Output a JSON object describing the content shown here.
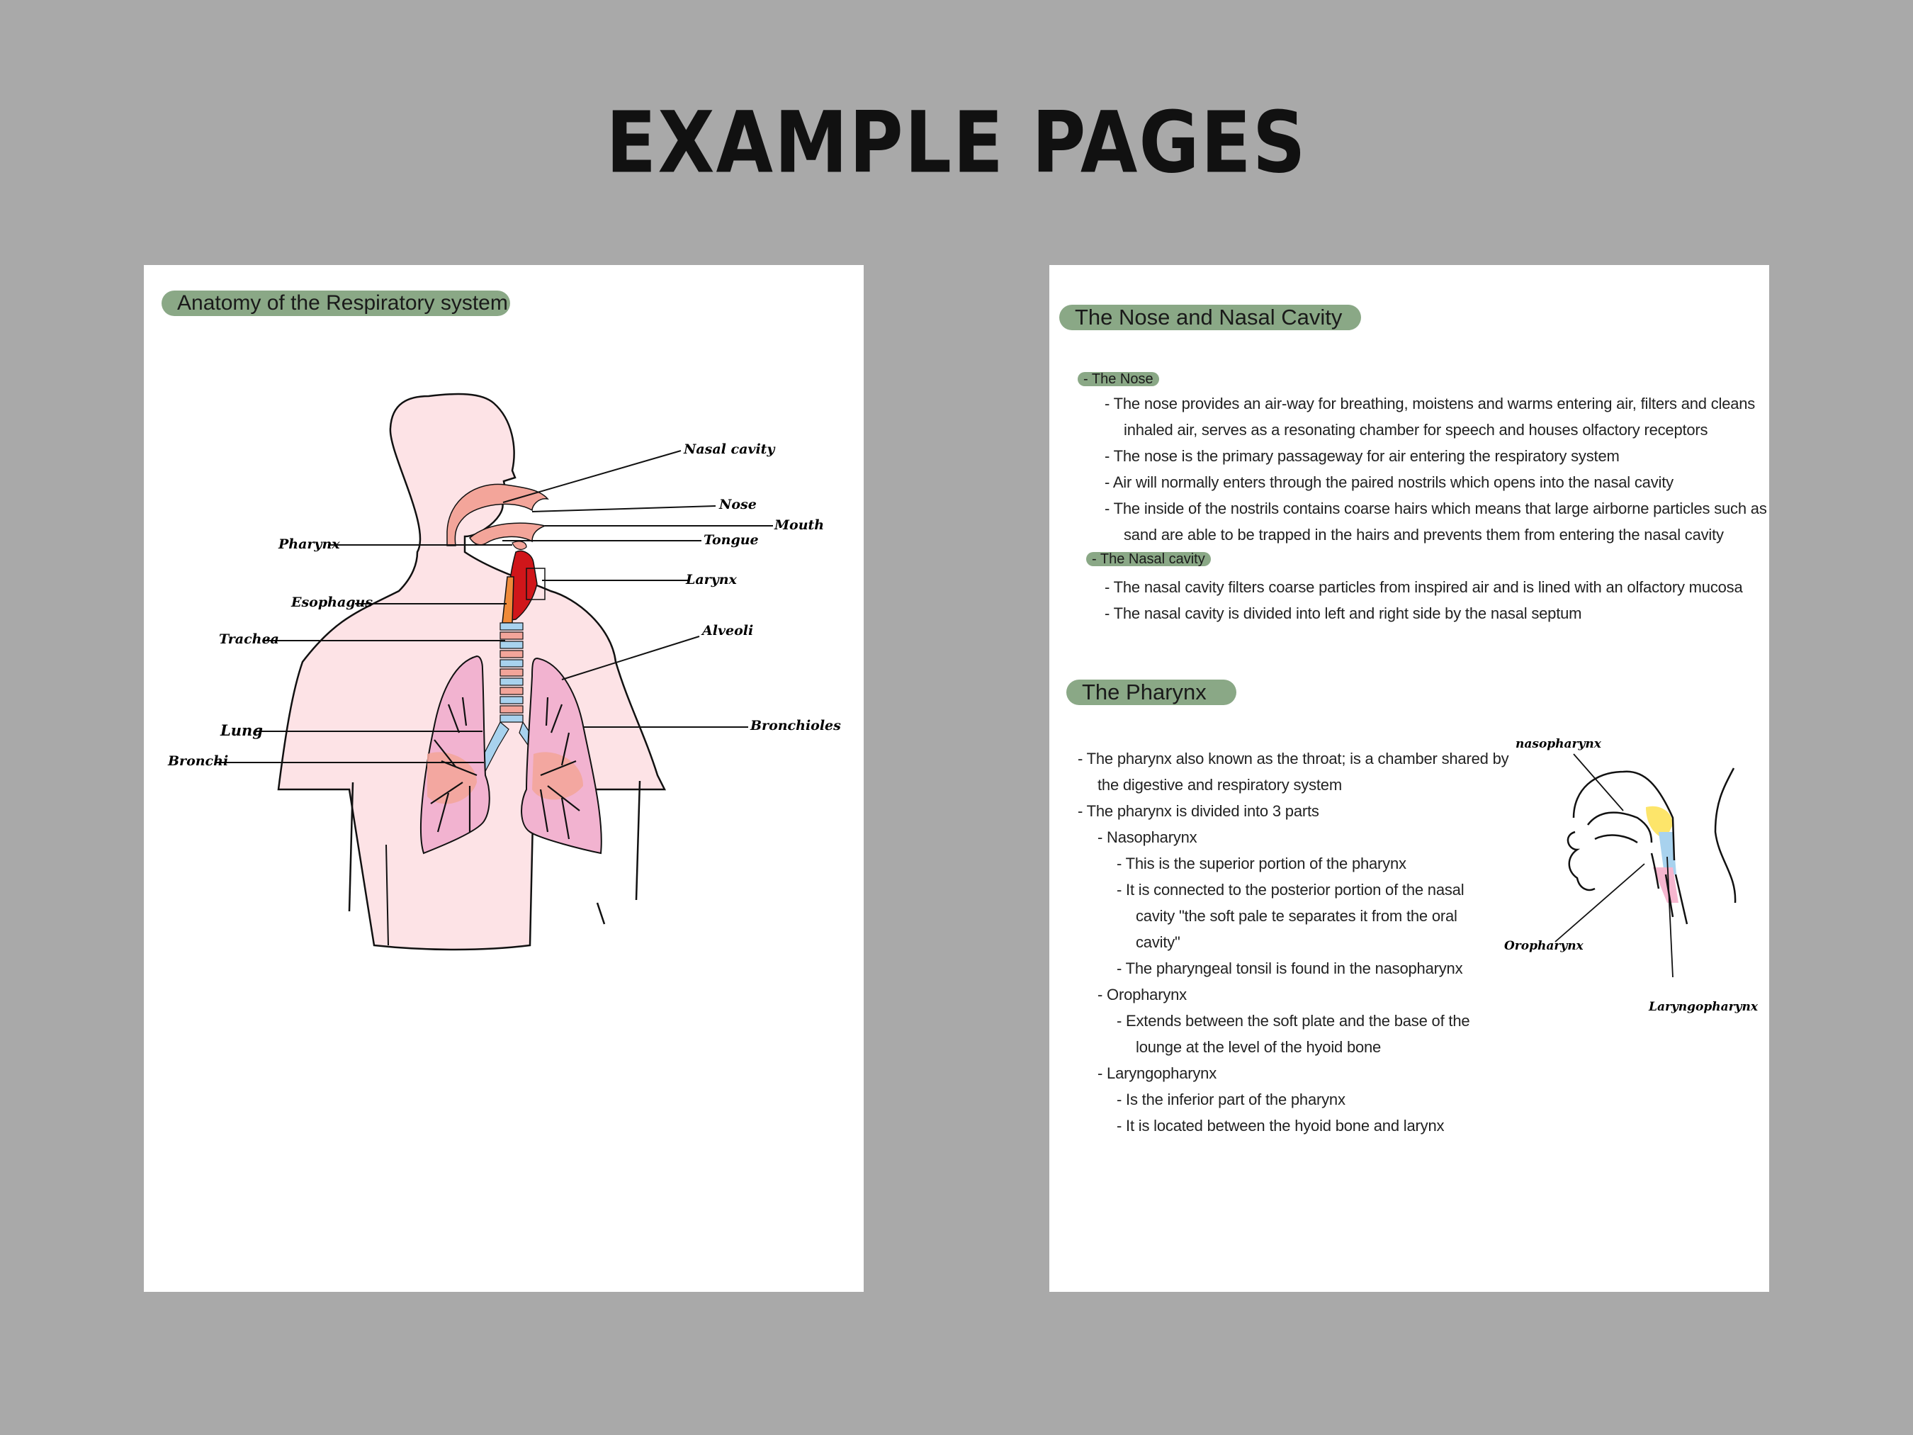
{
  "headline": "EXAMPLE PAGES",
  "left_page": {
    "title": "Anatomy of the Respiratory system",
    "diagram_labels": {
      "nasal_cavity": "Nasal cavity",
      "nose": "Nose",
      "mouth": "Mouth",
      "tongue": "Tongue",
      "pharynx": "Pharynx",
      "larynx": "Larynx",
      "esophagus": "Esophagus",
      "trachea": "Trachea",
      "alveoli": "Alveoli",
      "lung": "Lung",
      "bronchioles": "Bronchioles",
      "bronchi": "Bronchi"
    }
  },
  "right_page": {
    "section1_title": "The Nose and Nasal Cavity",
    "nose_heading": "- The Nose",
    "nose_lines": [
      "- The nose provides an air-way for breathing, moistens and warms entering air, filters and cleans",
      "inhaled air, serves as a resonating chamber for speech and houses olfactory receptors",
      "- The nose is the primary passageway for air entering the respiratory system",
      "- Air will normally enters through the paired nostrils which opens into the nasal cavity",
      "- The inside of the nostrils contains coarse hairs which means that large airborne particles such as",
      "sand are able to be trapped in the hairs and prevents them from entering the nasal cavity"
    ],
    "nasal_heading": "- The Nasal cavity",
    "nasal_lines": [
      "- The nasal cavity filters coarse particles from inspired air and is lined with an olfactory mucosa",
      "- The nasal cavity is divided into left and right side by the nasal septum"
    ],
    "section2_title": "The Pharynx",
    "pharynx_lines": [
      "- The pharynx also known as the throat; is a chamber shared by",
      "the digestive and respiratory system",
      "- The pharynx is divided into 3 parts",
      "- Nasopharynx",
      "- This is the superior portion of the pharynx",
      "- It is connected to the posterior portion of the nasal",
      "cavity \"the soft pale te separates it from the oral",
      "cavity\"",
      "- The pharyngeal tonsil is found in the nasopharynx",
      "- Oropharynx",
      "- Extends between the soft plate and the base of the",
      "lounge at the level of the hyoid bone",
      "- Laryngopharynx",
      "- Is the inferior part of the pharynx",
      "- It is located between the hyoid bone and larynx"
    ],
    "diagram_labels": {
      "nasopharynx": "nasopharynx",
      "oropharynx": "Oropharynx",
      "laryngopharynx": "Laryngopharynx"
    }
  }
}
